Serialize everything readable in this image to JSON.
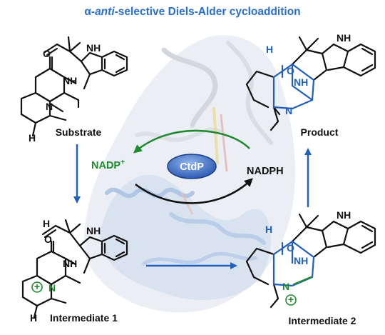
{
  "title": {
    "prefix": "α-",
    "anti": "anti",
    "rest": "-selective Diels-Alder cycloaddition"
  },
  "labels": {
    "substrate": "Substrate",
    "product": "Product",
    "intermediate_1": "Intermediate 1",
    "intermediate_2": "Intermediate 2",
    "enzyme": "CtdP",
    "nadp": "NADP",
    "nadp_charge": "+",
    "nadph": "NADPH"
  },
  "atoms": {
    "N": "N",
    "NH": "NH",
    "H": "H",
    "O": "O",
    "plus": "+"
  },
  "colors": {
    "title": "#2a6fce",
    "blue": "#1f5fbf",
    "green": "#1f8a2e",
    "black": "#111111",
    "enzyme_fill": "#3f6fc8"
  }
}
